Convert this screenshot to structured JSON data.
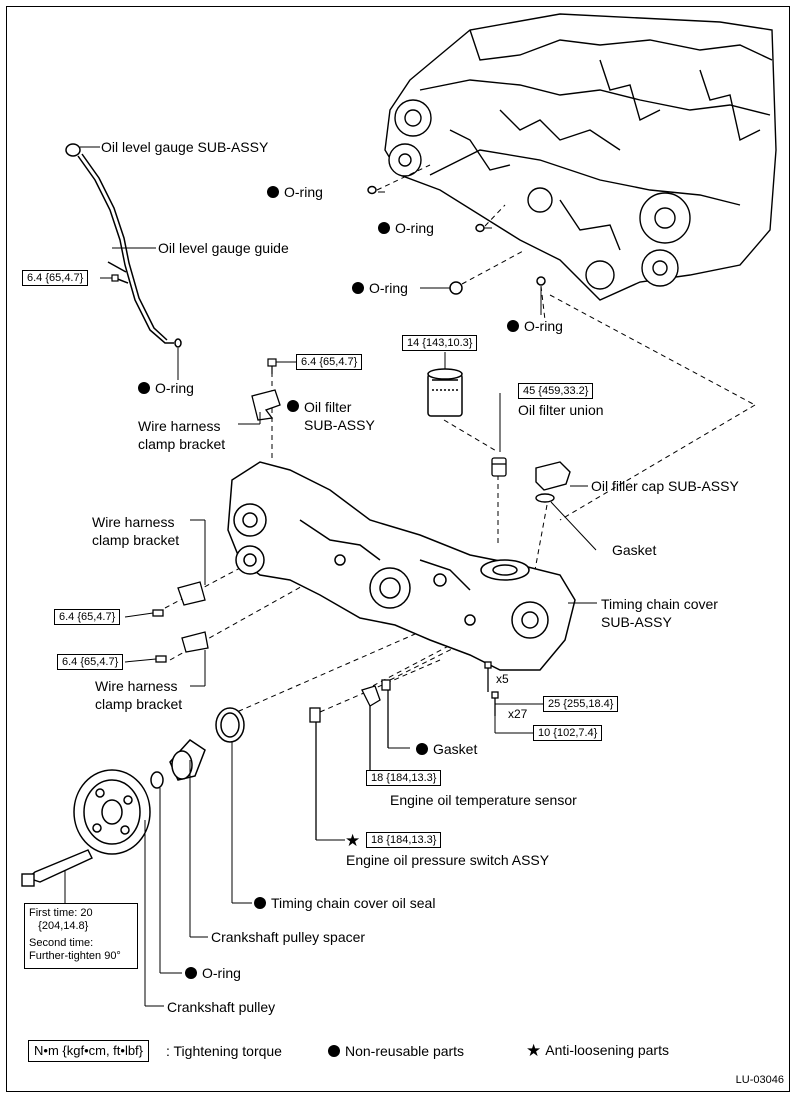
{
  "labels": {
    "oil_level_gauge_subassy": "Oil level gauge SUB-ASSY",
    "oil_level_gauge_guide": "Oil level gauge guide",
    "o_ring": "O-ring",
    "wire_harness_clamp_bracket": "Wire harness\nclamp bracket",
    "oil_filter_subassy": "Oil filter\nSUB-ASSY",
    "oil_filter_union": "Oil filter union",
    "oil_filler_cap_subassy": "Oil filler cap SUB-ASSY",
    "gasket": "Gasket",
    "timing_chain_cover_subassy": "Timing chain cover\nSUB-ASSY",
    "engine_oil_temperature_sensor": "Engine oil temperature sensor",
    "engine_oil_pressure_switch_assy": "Engine oil pressure switch ASSY",
    "timing_chain_cover_oil_seal": "Timing chain cover oil seal",
    "crankshaft_pulley_spacer": "Crankshaft pulley spacer",
    "crankshaft_pulley": "Crankshaft pulley"
  },
  "torque": {
    "t64": "6.4 {65,4.7}",
    "t14": "14 {143,10.3}",
    "t45": "45 {459,33.2}",
    "t25": "25 {255,18.4}",
    "t10": "10 {102,7.4}",
    "t18": "18 {184,13.3}"
  },
  "counts": {
    "x5": "x5",
    "x27": "x27"
  },
  "crank_bolt": {
    "line1": "First time: 20",
    "line2": "   {204,14.8}",
    "line3": "Second time:",
    "line4": "Further-tighten 90°"
  },
  "legend": {
    "torque_units": "N•m {kgf•cm, ft•lbf}",
    "torque_text": ": Tightening torque",
    "non_reusable": "Non-reusable parts",
    "anti_loosening": "Anti-loosening parts"
  },
  "figure_code": "LU-03046"
}
